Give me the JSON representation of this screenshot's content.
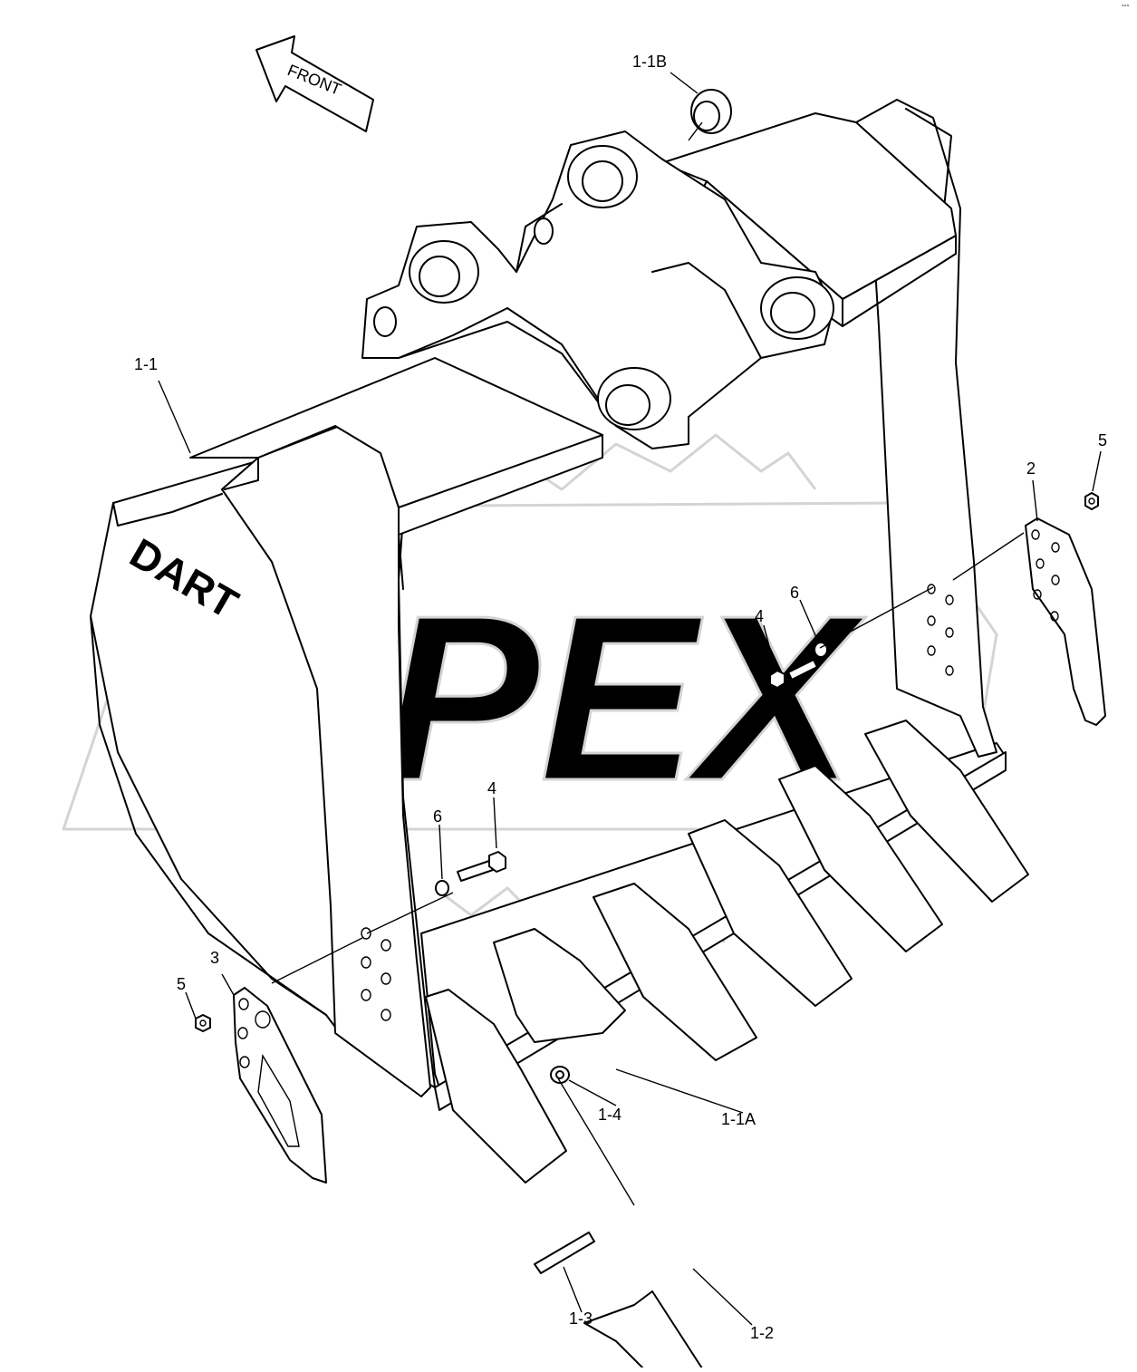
{
  "diagram": {
    "watermark_text": "OPEX",
    "corner_mark": "°°°",
    "front_arrow_label": "FRONT",
    "bucket_logo": "DART",
    "callouts": {
      "c_1_1B": "1-1B",
      "c_1_1": "1-1",
      "c_2": "2",
      "c_5_right": "5",
      "c_6_right": "6",
      "c_4_right": "4",
      "c_6_left": "6",
      "c_4_left": "4",
      "c_3": "3",
      "c_5_left": "5",
      "c_1_4": "1-4",
      "c_1_1A": "1-1A",
      "c_1_3": "1-3",
      "c_1_2": "1-2"
    }
  }
}
